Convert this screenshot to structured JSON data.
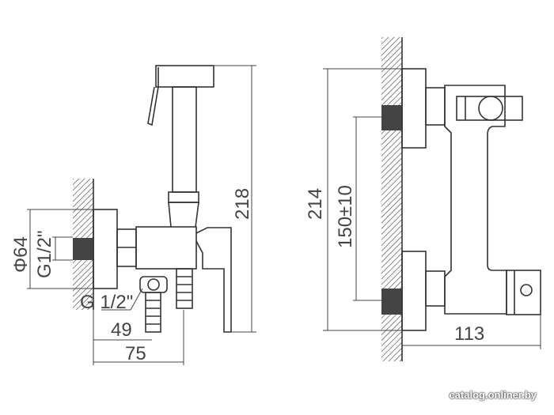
{
  "drawing_left": {
    "height_label": "218",
    "diameter_label": "Φ64",
    "thread_label": "G1/2\"",
    "hose_thread_label": "G 1/2\"",
    "depth_49_label": "49",
    "depth_75_label": "75"
  },
  "drawing_right": {
    "height_label": "214",
    "spacing_label": "150±10",
    "depth_label": "113"
  },
  "watermark": "catalog.onliner.by",
  "colors": {
    "line": "#333333",
    "hatch": "#555555"
  }
}
